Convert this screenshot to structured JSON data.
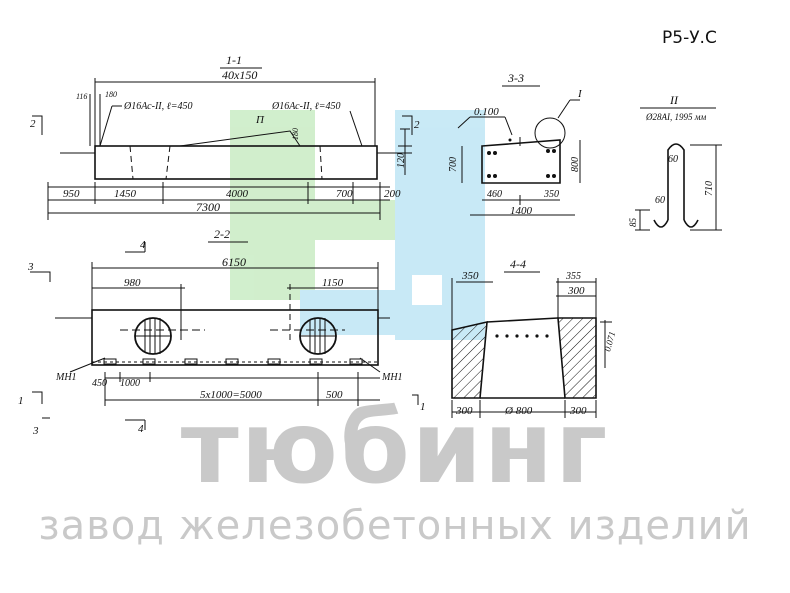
{
  "drawing_code": "Р5-У.С",
  "watermark": {
    "brand": "тюбинг",
    "tagline": "завод железобетонных изделий"
  },
  "colors": {
    "logo_green": "#c9ecc4",
    "logo_blue": "#bfe6f5",
    "watermark_gray": "#c9c9c9",
    "ink": "#111111"
  },
  "section_1_1": {
    "title": "1-1",
    "size_note": "40х150",
    "rebar_left": "Ø16Ас-II, ℓ=450",
    "rebar_right": "Ø16Ас-II, ℓ=450",
    "node_label": "П",
    "cut_marker": "2",
    "dims": {
      "d116": "116",
      "d180a": "180",
      "d180b": "180",
      "d120": "120",
      "d950": "950",
      "d1450": "1450",
      "d4000": "4000",
      "d700": "700",
      "d200": "200",
      "d7300": "7300"
    }
  },
  "section_2_2": {
    "title": "2-2",
    "cut_marker_top": "4",
    "cut_marker_left": "3",
    "dims": {
      "d6150": "6150",
      "d980": "980",
      "d1150": "1150",
      "d450": "450",
      "d1000": "1000",
      "d5x1000": "5х1000=5000",
      "d500": "500"
    },
    "insert_left": "МН1",
    "insert_right": "МН1",
    "marker_1_left": "1",
    "marker_1_right": "1",
    "marker_3_bottom": "3",
    "marker_4_bottom": "4"
  },
  "section_3_3": {
    "title": "3-3",
    "level": "0.100",
    "node_label": "I",
    "dims": {
      "d700": "700",
      "d800": "800",
      "d460": "460",
      "d350": "350",
      "d1400": "1400"
    }
  },
  "detail_II": {
    "title": "II",
    "spec": "Ø28АI, 1995 мм",
    "dims": {
      "d60a": "60",
      "d60b": "60",
      "d710": "710",
      "d85": "85"
    }
  },
  "section_4_4": {
    "title": "4-4",
    "dims": {
      "d350": "350",
      "d355": "355",
      "d300top": "300",
      "d0071": "0.071",
      "d300left": "300",
      "d800": "Ø 800",
      "d300right": "300"
    }
  }
}
